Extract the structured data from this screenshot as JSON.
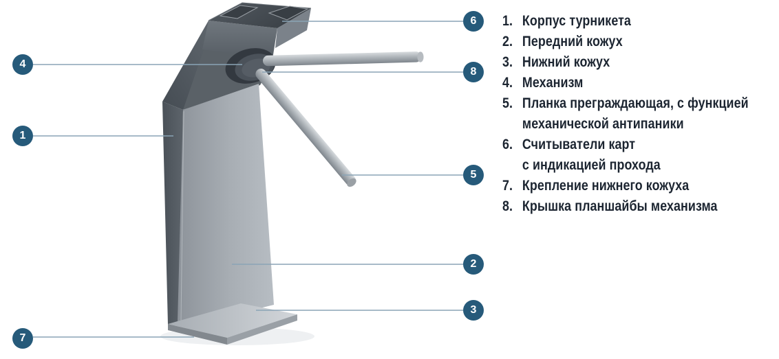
{
  "colors": {
    "bg": "#ffffff",
    "badge": "#265a7a",
    "badge-text": "#ffffff",
    "line": "#8aa4b6",
    "legend-text": "#1c2531"
  },
  "callouts": {
    "labels": [
      "1",
      "2",
      "3",
      "4",
      "5",
      "6",
      "7",
      "8"
    ]
  },
  "legend": {
    "items": [
      {
        "num": "1.",
        "text": "Корпус турникета"
      },
      {
        "num": "2.",
        "text": "Передний кожух"
      },
      {
        "num": "3.",
        "text": "Нижний кожух"
      },
      {
        "num": "4.",
        "text": "Механизм"
      },
      {
        "num": "5.",
        "text": "Планка преграждающая, с функцией\nмеханической антипаники"
      },
      {
        "num": "6.",
        "text": "Считыватели карт\nс индикацией прохода"
      },
      {
        "num": "7.",
        "text": "Крепление нижнего кожуха"
      },
      {
        "num": "8.",
        "text": "Крышка планшайбы механизма"
      }
    ]
  }
}
